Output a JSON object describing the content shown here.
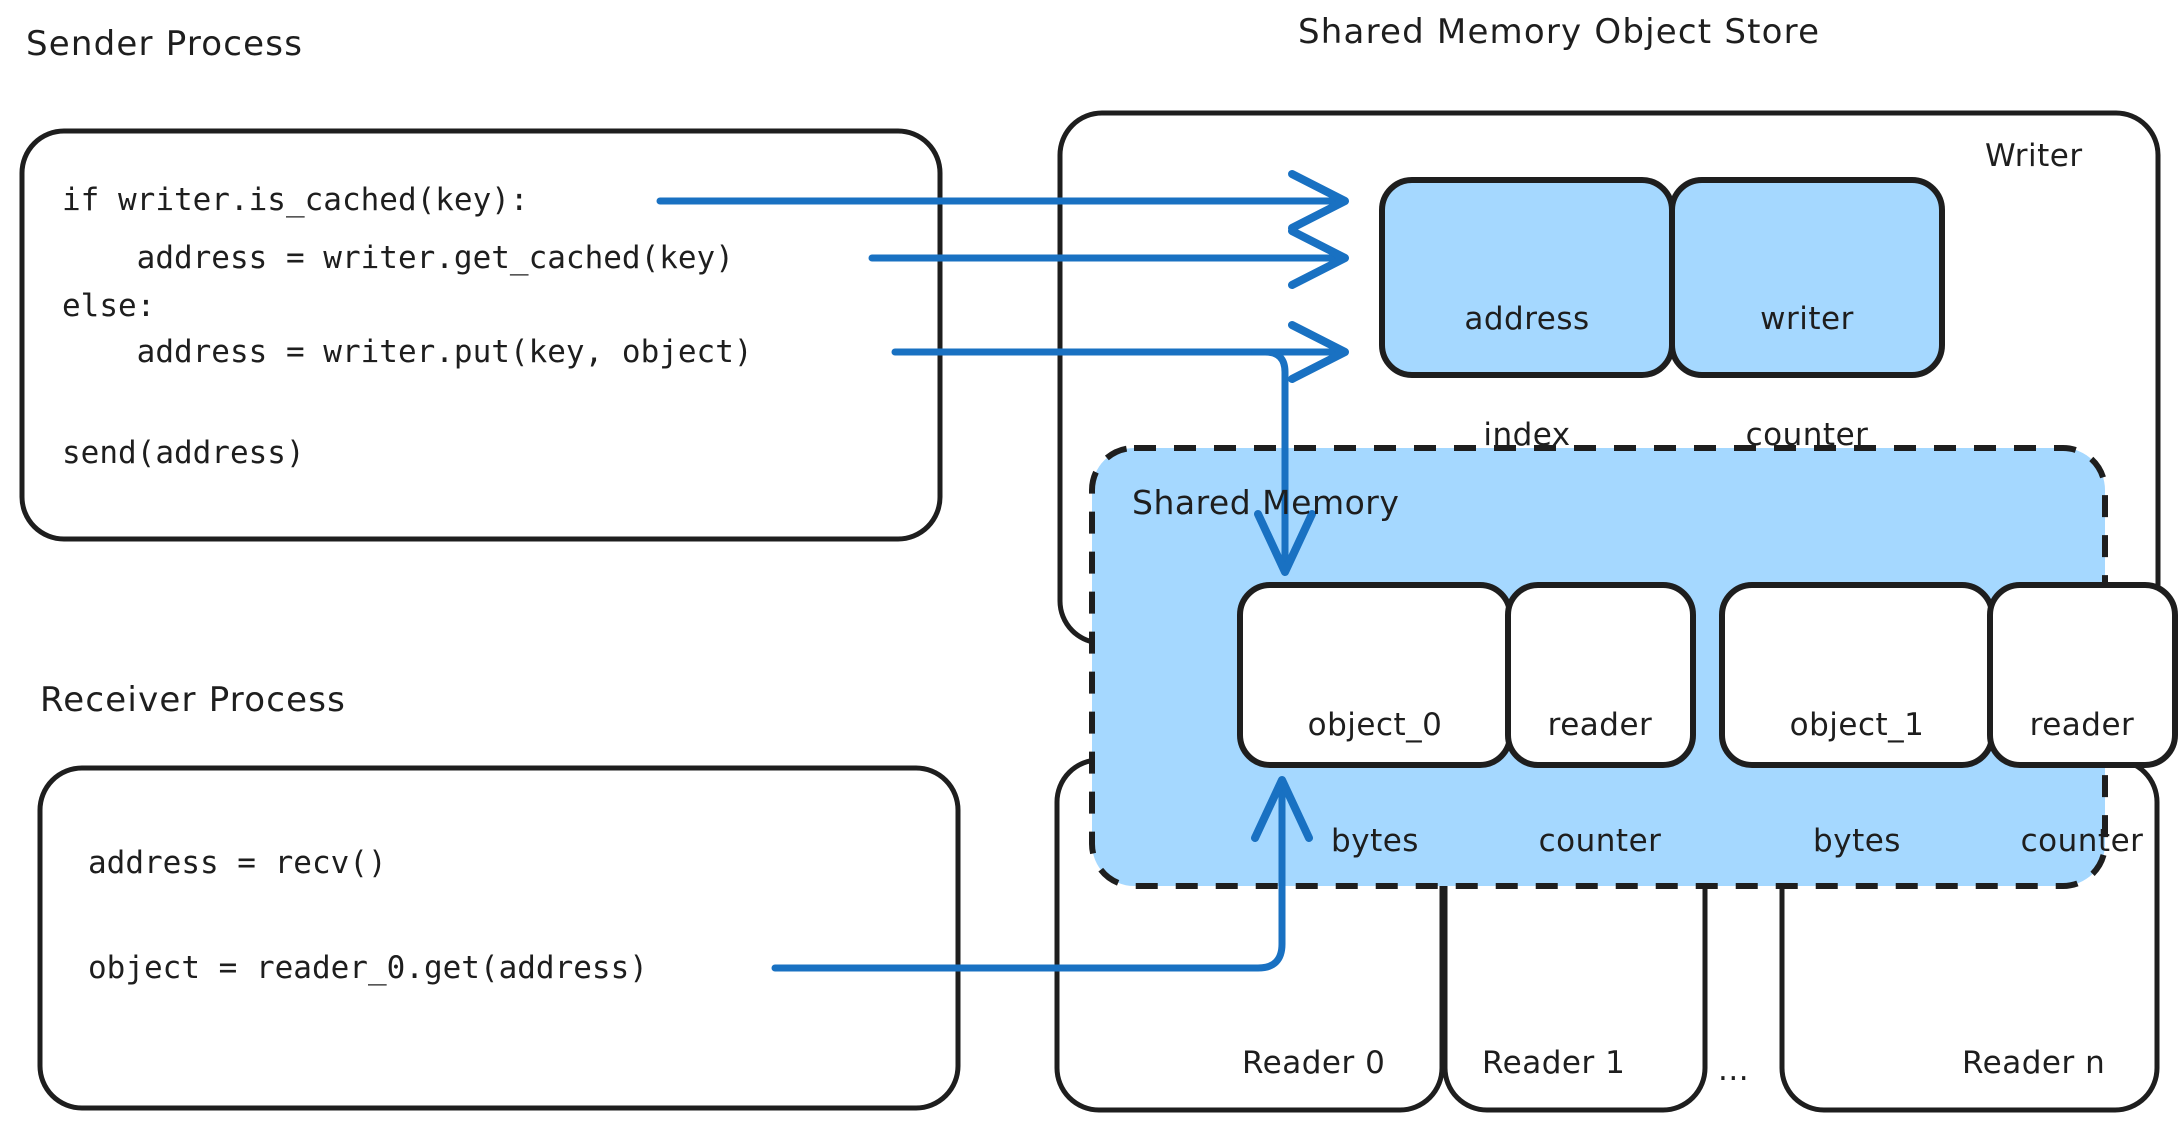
{
  "colors": {
    "stroke": "#1e1e1e",
    "arrow": "#1971c2",
    "fill_blue": "#a5d8ff",
    "fill_white": "#ffffff",
    "background": "#ffffff"
  },
  "sender": {
    "title": "Sender Process",
    "code_lines": [
      "if writer.is_cached(key):",
      "    address = writer.get_cached(key)",
      "else:",
      "    address = writer.put(key, object)",
      "",
      "send(address)"
    ]
  },
  "receiver": {
    "title": "Receiver Process",
    "code_lines": [
      "address = recv()",
      "",
      "object = reader_0.get(address)"
    ]
  },
  "store": {
    "title": "Shared Memory Object Store",
    "writer_label": "Writer",
    "writer_slots": [
      {
        "line1": "address",
        "line2": "index"
      },
      {
        "line1": "writer",
        "line2": "counter"
      }
    ],
    "shared_memory": {
      "label": "Shared Memory",
      "entries": [
        {
          "object_line1": "object_0",
          "object_line2": "bytes",
          "counter_line1": "reader",
          "counter_line2": "counter"
        },
        {
          "object_line1": "object_1",
          "object_line2": "bytes",
          "counter_line1": "reader",
          "counter_line2": "counter"
        }
      ]
    },
    "readers": [
      {
        "label": "Reader 0"
      },
      {
        "label": "Reader 1"
      },
      {
        "label": "..."
      },
      {
        "label": "Reader n"
      }
    ]
  }
}
